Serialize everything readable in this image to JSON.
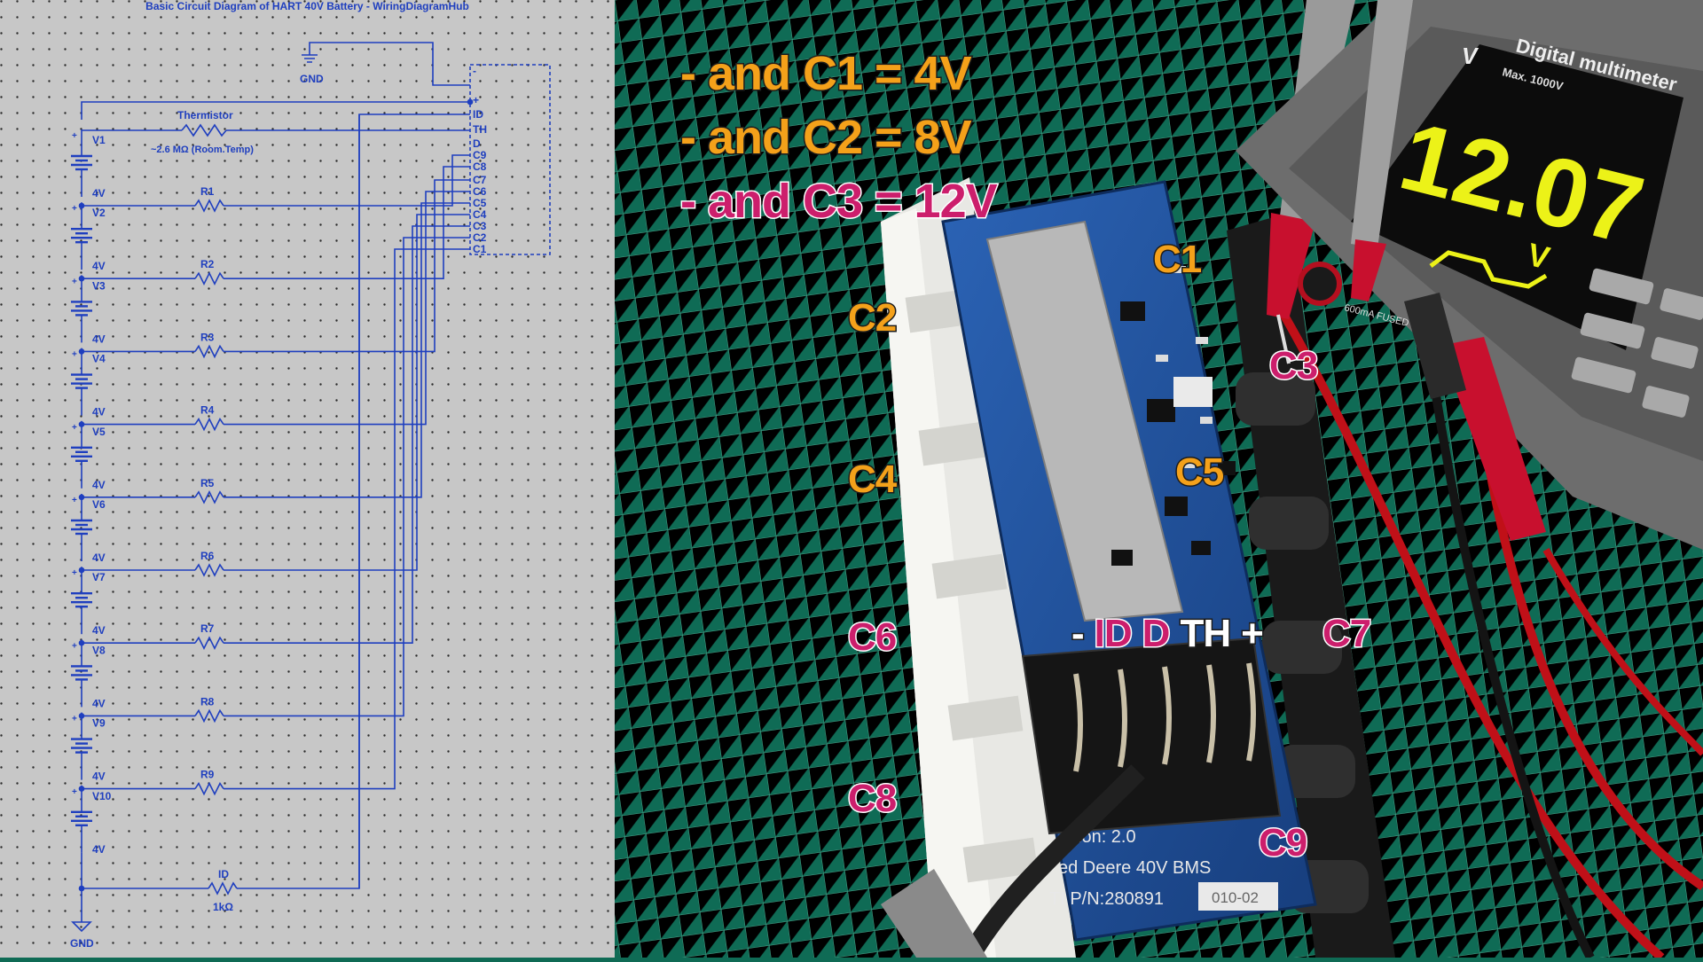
{
  "schematic": {
    "title": "Basic Circuit Diagram of HART 40V Battery - WiringDiagramHub",
    "gnd_top": "GND",
    "gnd_bottom": "GND",
    "thermistor_label": "Thermistor",
    "thermistor_value": "~2.6 MΩ (Room.Temp)",
    "id_resistor_label": "ID",
    "id_resistor_value": "1kΩ",
    "connector_pins": [
      "-",
      "+",
      "ID",
      "TH",
      "D",
      "C9",
      "C8",
      "C7",
      "C6",
      "C5",
      "C4",
      "C3",
      "C2",
      "C1"
    ],
    "cells": [
      {
        "name": "V1",
        "voltage": "4V"
      },
      {
        "name": "V2",
        "voltage": "4V"
      },
      {
        "name": "V3",
        "voltage": "4V"
      },
      {
        "name": "V4",
        "voltage": "4V"
      },
      {
        "name": "V5",
        "voltage": "4V"
      },
      {
        "name": "V6",
        "voltage": "4V"
      },
      {
        "name": "V7",
        "voltage": "4V"
      },
      {
        "name": "V8",
        "voltage": "4V"
      },
      {
        "name": "V9",
        "voltage": "4V"
      },
      {
        "name": "V10",
        "voltage": "4V"
      }
    ],
    "resistors": [
      "R1",
      "R2",
      "R3",
      "R4",
      "R5",
      "R6",
      "R7",
      "R8",
      "R9"
    ]
  },
  "photo": {
    "captions": [
      "- and C1 = 4V",
      "- and C2 = 8V",
      "- and C3 = 12V"
    ],
    "cell_labels": {
      "c1": "C1",
      "c2": "C2",
      "c3": "C3",
      "c4": "C4",
      "c5": "C5",
      "c6": "C6",
      "c7": "C7",
      "c8": "C8",
      "c9": "C9"
    },
    "terminal_labels": {
      "minus": "-",
      "id": "ID",
      "d": "D",
      "th": "TH",
      "plus": "+"
    },
    "multimeter": {
      "brand": "V",
      "title": "Digital multimeter",
      "max_label": "Max. 1000V",
      "reading": "12.07",
      "unit": "V",
      "fuse_label": "600mA FUSED"
    },
    "pcb": {
      "version": "sion: 2.0",
      "product": "ed Deere 40V BMS",
      "part": "TI P/N:280891",
      "sticker": "010-02"
    },
    "colors": {
      "orange_label": "#f4a11a",
      "magenta_label": "#cc1e6c",
      "mat_green": "#0f6b55",
      "pcb_blue": "#1f4f9a",
      "lcd_yellow": "#ecf218",
      "schematic_wire": "#1f3fbf"
    }
  }
}
